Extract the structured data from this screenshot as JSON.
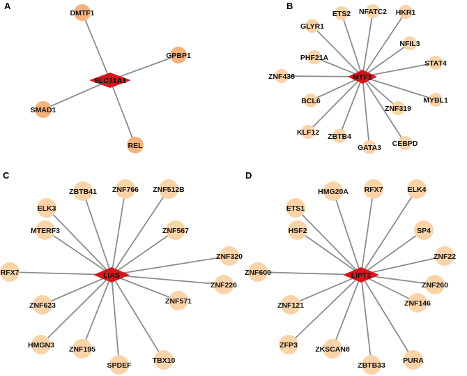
{
  "panels": [
    {
      "label": "A",
      "hub": "SLC31A1",
      "node_color": "#f6b27e",
      "targets": [
        "DMTF1",
        "GPBP1",
        "SMAD1",
        "REL"
      ]
    },
    {
      "label": "B",
      "hub": "MTF1",
      "node_color": "#fbd3a8",
      "targets": [
        "ETS2",
        "NFATC2",
        "HKR1",
        "GLYR1",
        "NFIL3",
        "PHF21A",
        "STAT4",
        "ZNF438",
        "MYBL1",
        "BCL6",
        "ZNF319",
        "KLF12",
        "ZBTB4",
        "GATA3",
        "CEBPD"
      ]
    },
    {
      "label": "C",
      "hub": "LIAS",
      "node_color": "#fbd3a8",
      "targets": [
        "ZBTB41",
        "ZNF766",
        "ZNF512B",
        "ELK3",
        "ZNF567",
        "MTERF3",
        "ZNF320",
        "RFX7",
        "ZNF226",
        "ZNF623",
        "ZNF571",
        "HMGN3",
        "ZNF195",
        "SPDEF",
        "TBX10"
      ]
    },
    {
      "label": "D",
      "hub": "LIPT1",
      "node_color": "#fbd3a8",
      "targets": [
        "HMG20A",
        "RFX7",
        "ELK4",
        "ETS1",
        "SP4",
        "HSF2",
        "ZNF22",
        "ZNF600",
        "ZNF260",
        "ZNF121",
        "ZNF146",
        "ZFP3",
        "ZKSCAN8",
        "ZBTB33",
        "PURA"
      ]
    }
  ],
  "colors": {
    "hub": "#d4161b",
    "edge": "#8c8c8c"
  }
}
